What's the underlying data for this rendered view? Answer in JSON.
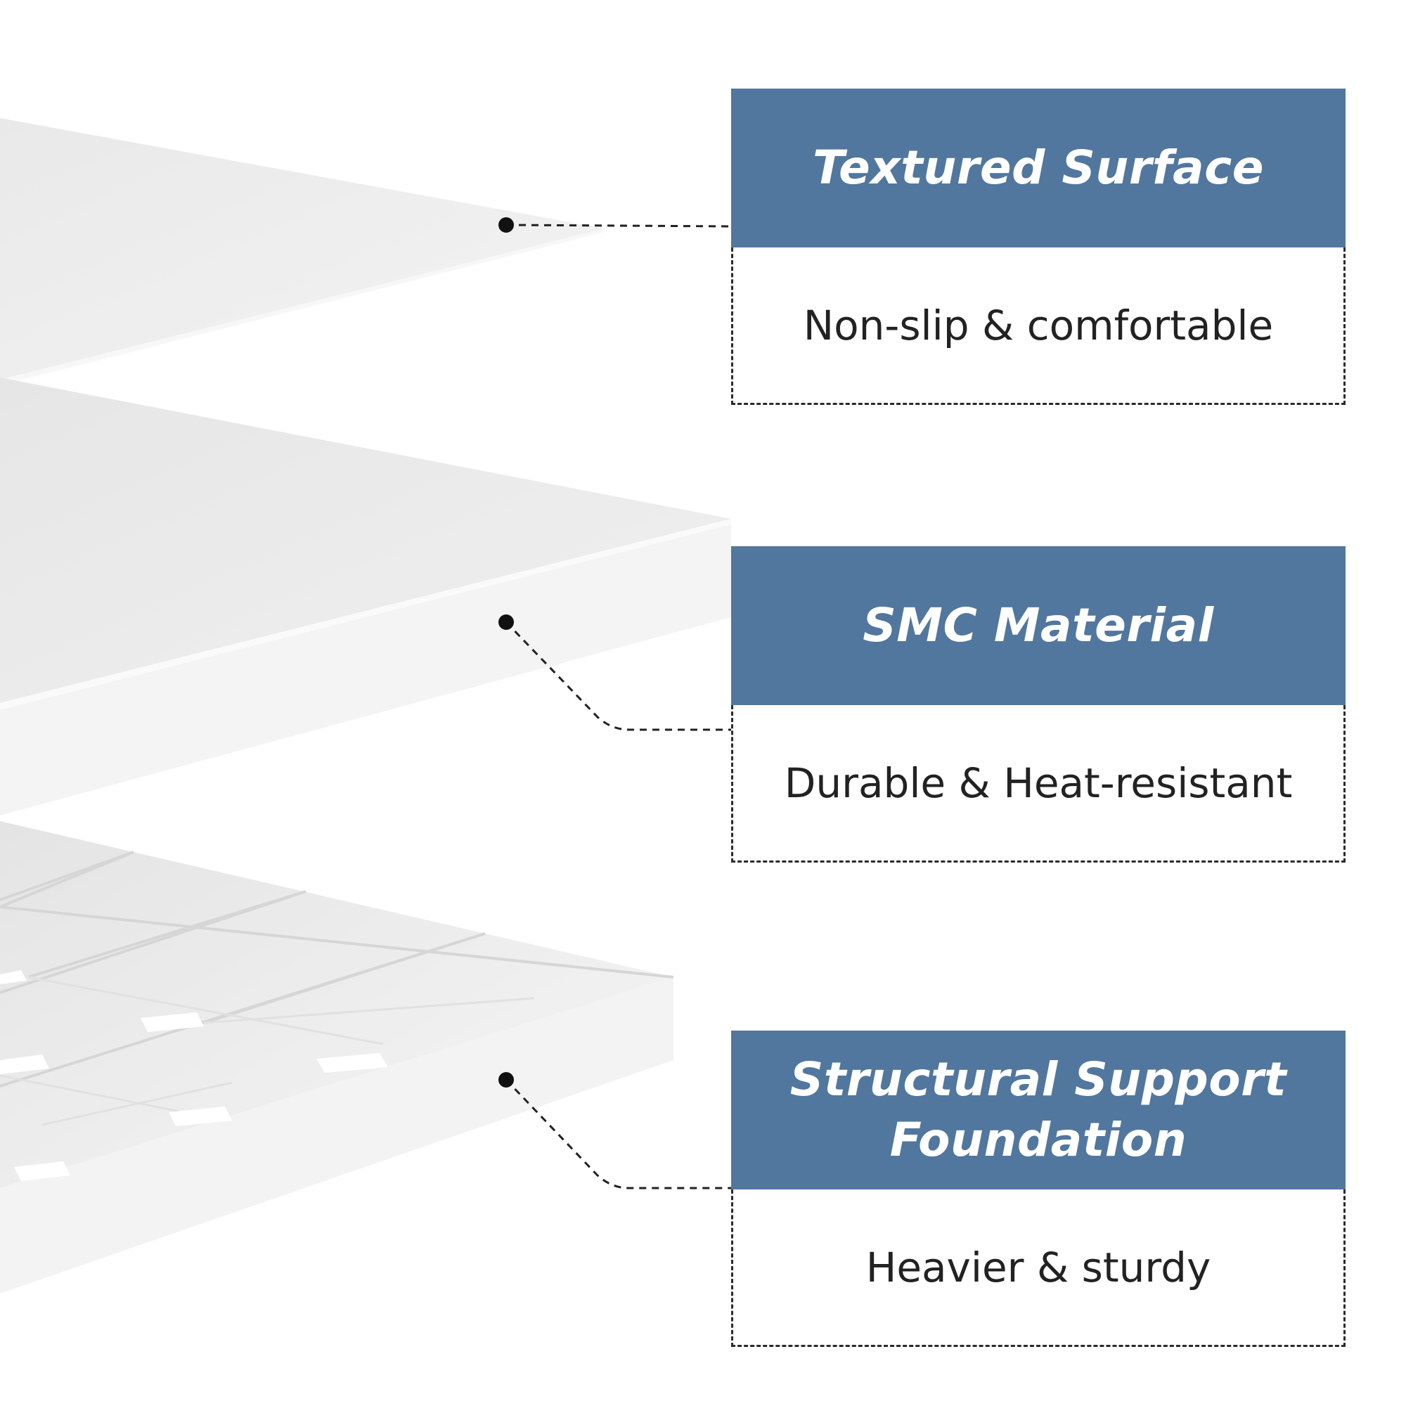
{
  "features": [
    {
      "title_lines": [
        "Textured Surface"
      ],
      "description": "Non-slip & comfortable"
    },
    {
      "title_lines": [
        "SMC Material"
      ],
      "description": "Durable & Heat-resistant"
    },
    {
      "title_lines": [
        "Structural Support",
        "Foundation"
      ],
      "description": "Heavier & sturdy"
    }
  ],
  "colors": {
    "header_background": "#52779e",
    "header_text": "#ffffff",
    "body_text": "#222222",
    "connector": "#222222",
    "layer_surface": "#eeeeee"
  }
}
